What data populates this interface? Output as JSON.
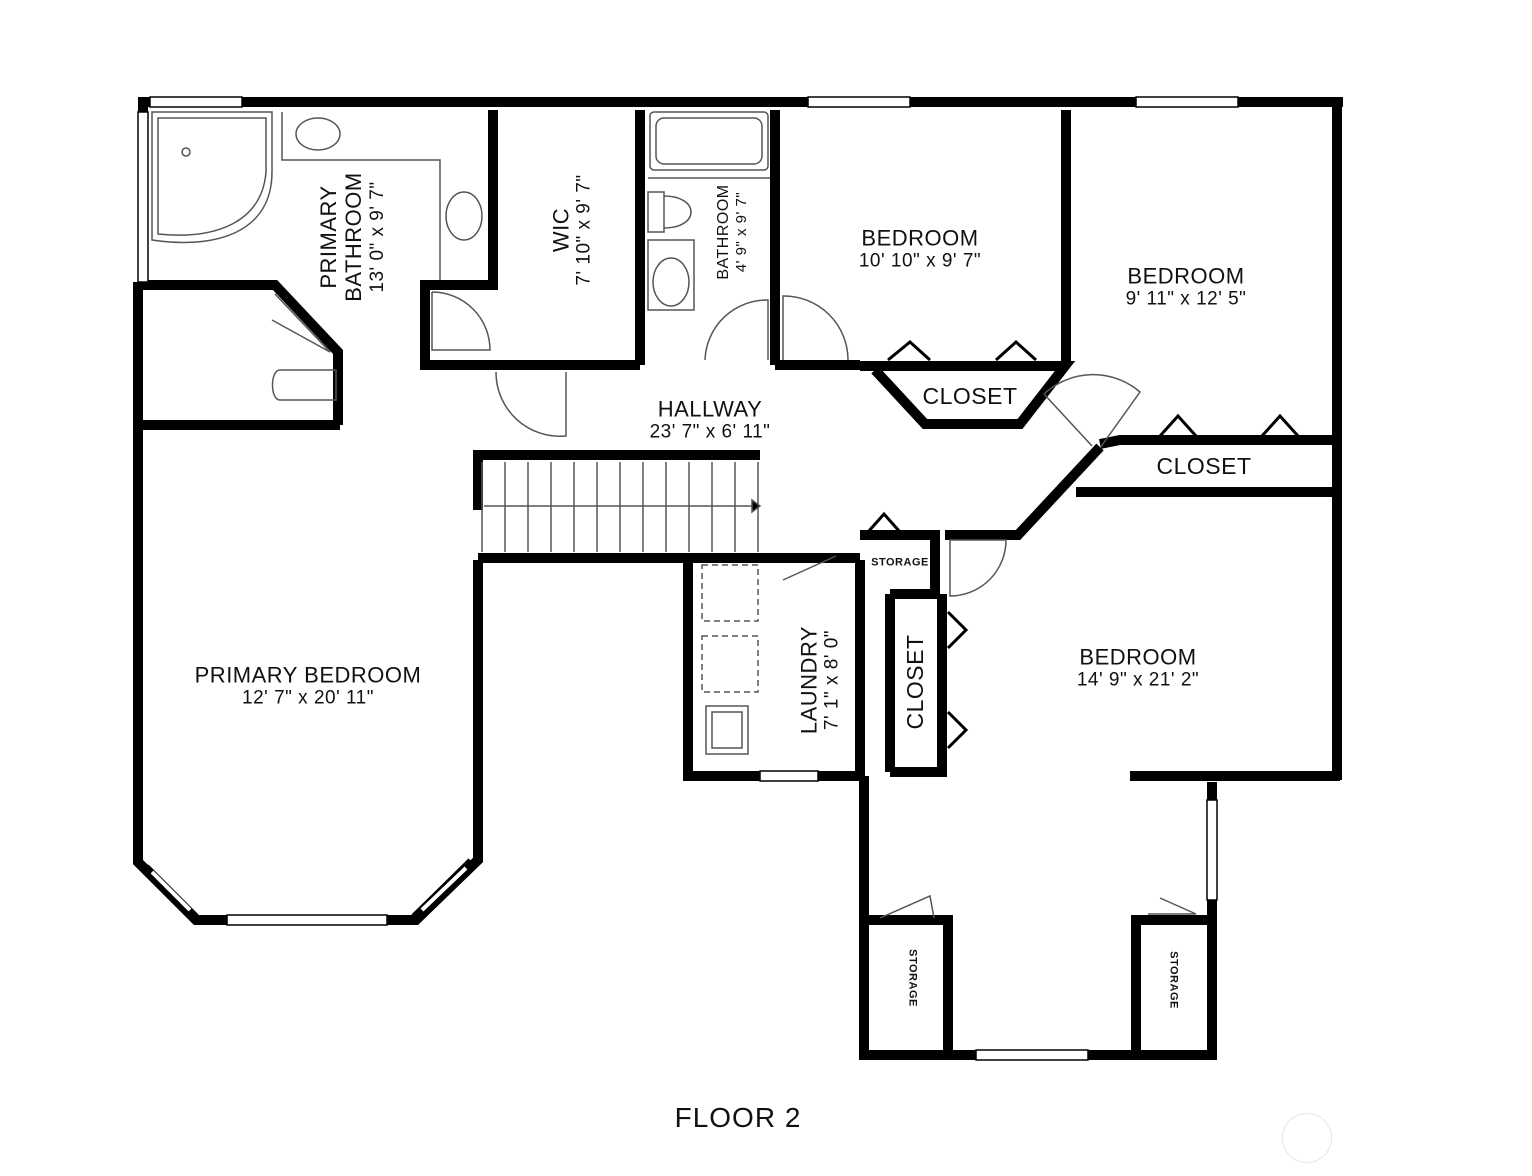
{
  "floor_label": "FLOOR 2",
  "rooms": {
    "primary_bathroom": {
      "name_line1": "PRIMARY",
      "name_line2": "BATHROOM",
      "dims": "13' 0\" x 9' 7\""
    },
    "wic": {
      "name": "WIC",
      "dims": "7' 10\" x 9' 7\""
    },
    "bathroom": {
      "name": "BATHROOM",
      "dims": "4' 9\" x 9' 7\""
    },
    "bedroom_a": {
      "name": "BEDROOM",
      "dims": "10' 10\" x 9' 7\""
    },
    "bedroom_b": {
      "name": "BEDROOM",
      "dims": "9' 11\" x 12' 5\""
    },
    "hallway": {
      "name": "HALLWAY",
      "dims": "23' 7\" x 6' 11\""
    },
    "primary_bedroom": {
      "name": "PRIMARY BEDROOM",
      "dims": "12' 7\" x 20' 11\""
    },
    "laundry": {
      "name": "LAUNDRY",
      "dims": "7' 1\" x 8' 0\""
    },
    "bedroom_c": {
      "name": "BEDROOM",
      "dims": "14' 9\" x 21' 2\""
    }
  },
  "closets": {
    "closet_1": "CLOSET",
    "closet_2": "CLOSET",
    "closet_3": "CLOSET"
  },
  "storage": {
    "storage_1": "STORAGE",
    "storage_2": "STORAGE",
    "storage_3": "STORAGE"
  },
  "colors": {
    "wall": "#000000",
    "fixture": "#555555",
    "background": "#ffffff"
  }
}
